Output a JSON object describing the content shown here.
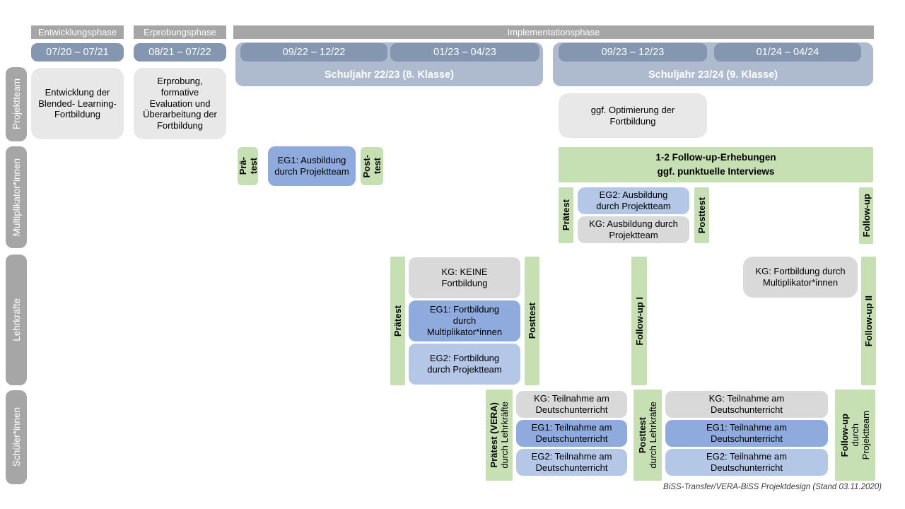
{
  "colors": {
    "phase_header_gray": "#a6a6a6",
    "date_bar_blue": "#8496b0",
    "schoolyear_band_blue": "#aebacd",
    "row_label_gray": "#a6a6a6",
    "project_box_gray": "#e8e8e8",
    "kg_box_gray": "#d9d9d9",
    "eg1_blue": "#8faadc",
    "eg2_light_blue": "#b4c7e7",
    "test_green": "#c6e0b4"
  },
  "phases": {
    "entwicklung": "Entwicklungsphase",
    "erprobung": "Erprobungsphase",
    "implementation": "Implementationsphase"
  },
  "dates": {
    "d1": "07/20 – 07/21",
    "d2": "08/21 – 07/22",
    "d3": "09/22 – 12/22",
    "d4": "01/23 – 04/23",
    "d5": "09/23 – 12/23",
    "d6": "01/24 – 04/24"
  },
  "schoolyears": {
    "sj1": "Schuljahr 22/23 (8. Klasse)",
    "sj2": "Schuljahr 23/24 (9. Klasse)"
  },
  "row_labels": {
    "projektteam": "Projektteam",
    "multiplikatoren": "Multiplikator*innen",
    "lehrkraefte": "Lehrkräfte",
    "schueler": "Schüler*innen"
  },
  "projektteam": {
    "entwicklung_box": "Entwicklung der Blended- Learning- Fortbildung",
    "erprobung_box": "Erprobung, formative Evaluation und Überarbeitung der Fortbildung",
    "optimierung_box": "ggf. Optimierung der Fortbildung"
  },
  "multiplikatoren": {
    "praetest_short": {
      "line1": "Prä-",
      "line2": "test"
    },
    "eg1": "EG1: Ausbildung durch Projektteam",
    "posttest_short": {
      "line1": "Post-",
      "line2": "test"
    },
    "followup_box": {
      "line1": "1-2 Follow-up-Erhebungen",
      "line2": "ggf. punktuelle Interviews"
    },
    "praetest": "Prätest",
    "eg2": "EG2: Ausbildung durch Projektteam",
    "kg": "KG: Ausbildung durch Projektteam",
    "posttest": "Posttest",
    "followup": "Follow-up"
  },
  "lehrkraefte": {
    "praetest": "Prätest",
    "kg": "KG: KEINE Fortbildung",
    "eg1": "EG1: Fortbildung durch Multiplikator*innen",
    "eg2": "EG2: Fortbildung durch Projektteam",
    "posttest": "Posttest",
    "followup1": "Follow-up I",
    "kg2": "KG: Fortbildung durch Multiplikator*innen",
    "followup2": "Follow-up II"
  },
  "schueler": {
    "praetest": {
      "line1": "Prätest (VERA)",
      "line2": "durch  Lehrkräfte"
    },
    "kg1": "KG: Teilnahme am Deutschunterricht",
    "eg1a": "EG1: Teilnahme am Deutschunterricht",
    "eg2a": "EG2: Teilnahme am Deutschunterricht",
    "posttest": {
      "line1": "Posttest",
      "line2": "durch  Lehrkräfte"
    },
    "kg2": "KG: Teilnahme am Deutschunterricht",
    "eg1b": "EG1: Teilnahme am Deutschunterricht",
    "eg2b": "EG2: Teilnahme am Deutschunterricht",
    "followup": {
      "line1": "Follow-up",
      "line2": "durch",
      "line3": "Projektteam"
    }
  },
  "caption": "BiSS-Transfer/VERA-BiSS Projektdesign (Stand 03.11.2020)"
}
